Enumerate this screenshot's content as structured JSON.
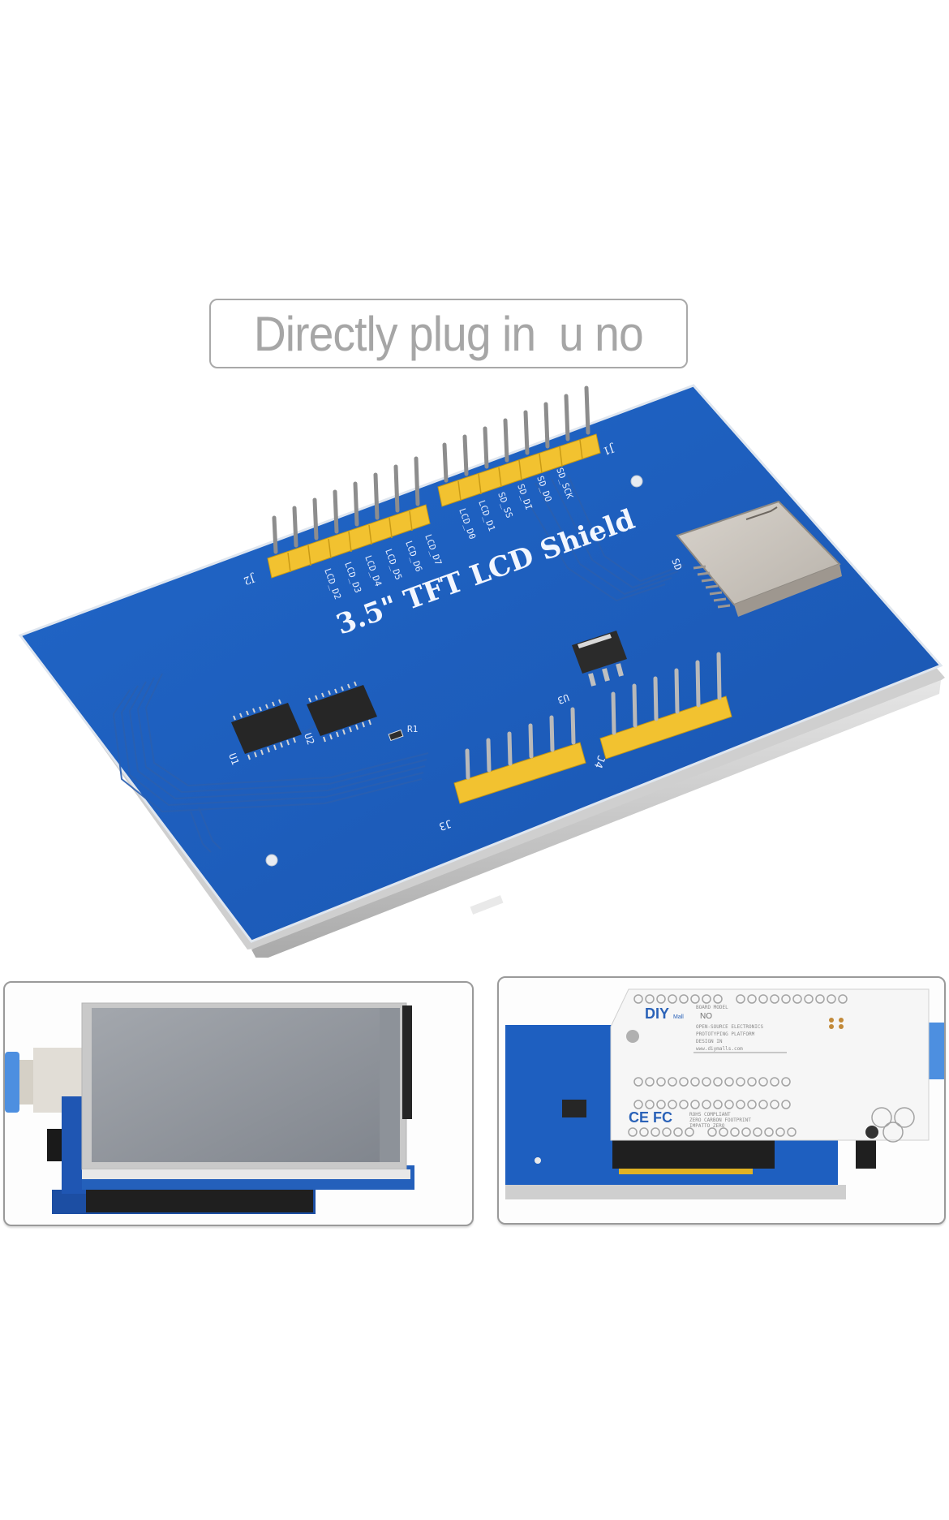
{
  "caption": {
    "text": "Directly plug in  u no"
  },
  "main_photo": {
    "board_title": "3.5\" TFT LCD Shield",
    "board_title_parts": [
      "3.5\"",
      "TFT",
      "LCD",
      "Shield"
    ],
    "board_color": "#1e5fc0",
    "header_color": "#f1c22c",
    "connectors": {
      "j1": "J1",
      "j2": "J2",
      "j3": "J3",
      "j4": "J4"
    },
    "j2_pin_labels": [
      "LCD_D2",
      "LCD_D3",
      "LCD_D4",
      "LCD_D5",
      "LCD_D6",
      "LCD_D7"
    ],
    "j1_pin_labels": [
      "LCD_D0",
      "LCD_D1",
      "SD_SS",
      "SD_DI",
      "SD_DO",
      "SD_SCK"
    ],
    "components": {
      "u1": "U1",
      "u2": "U2",
      "u3": "U3",
      "r1": "R1",
      "sd": "SD"
    }
  },
  "thumbnails": [
    {
      "name": "front-view",
      "description": "LCD touch screen mounted on board"
    },
    {
      "name": "back-view",
      "brand": "DIY",
      "brand_suffix": "Mall",
      "board_model_label": "BOARD MODEL",
      "board_model": "NO",
      "line1": "OPEN-SOURCE  ELECTRONICS",
      "line2": "PROTOTYPING  PLATFORM",
      "line3": "DESIGN IN",
      "line4": "www.diymalls.com",
      "cert_marks": "CE FC",
      "rohs1": "ROHS COMPLIANT",
      "rohs2": "ZERO CARBON FOOTPRINT",
      "rohs3": "IMPATTO ZERO"
    }
  ]
}
